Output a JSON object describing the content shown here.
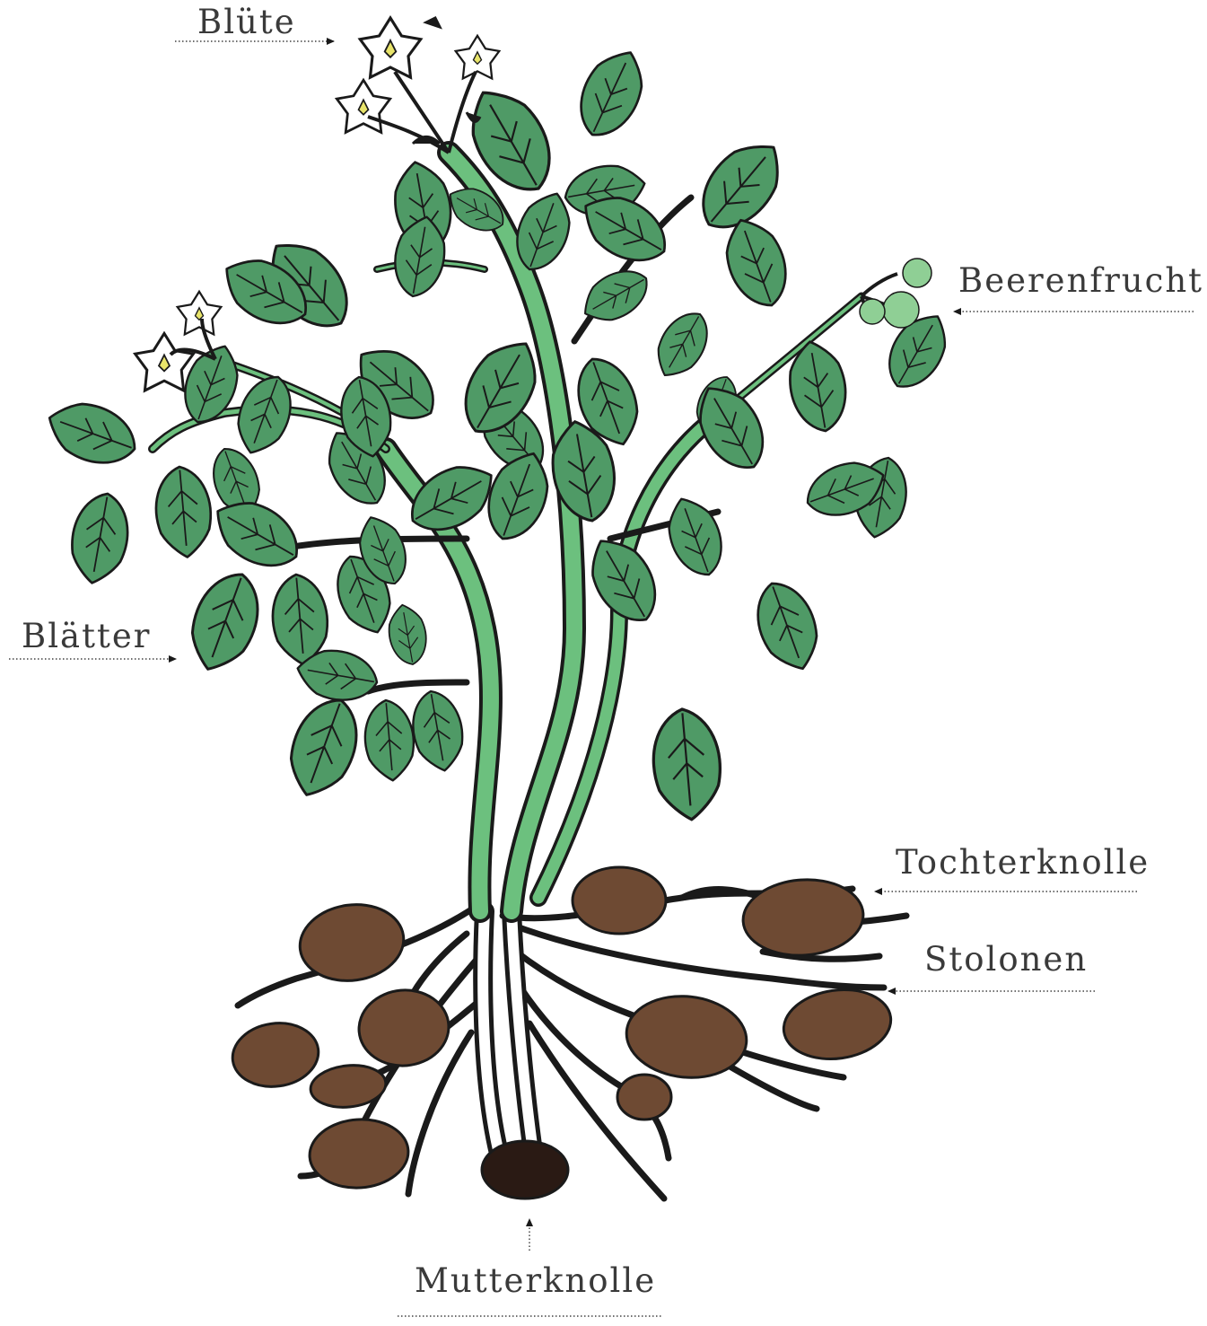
{
  "labels": {
    "bluete": "Blüte",
    "beerenfrucht": "Beerenfrucht",
    "blaetter": "Blätter",
    "tochterknolle": "Tochterknolle",
    "stolonen": "Stolonen",
    "mutterknolle": "Mutterknolle"
  },
  "colors": {
    "leaf": "#4f9a66",
    "stem": "#6cc07e",
    "outline": "#1a1a1a",
    "tuber": "#6e4a33",
    "mother_tuber": "#2a1a14",
    "flower": "#ffffff",
    "flower_center": "#e8e46a",
    "berry": "#8fcf95",
    "label_text": "#3a3a3a"
  }
}
